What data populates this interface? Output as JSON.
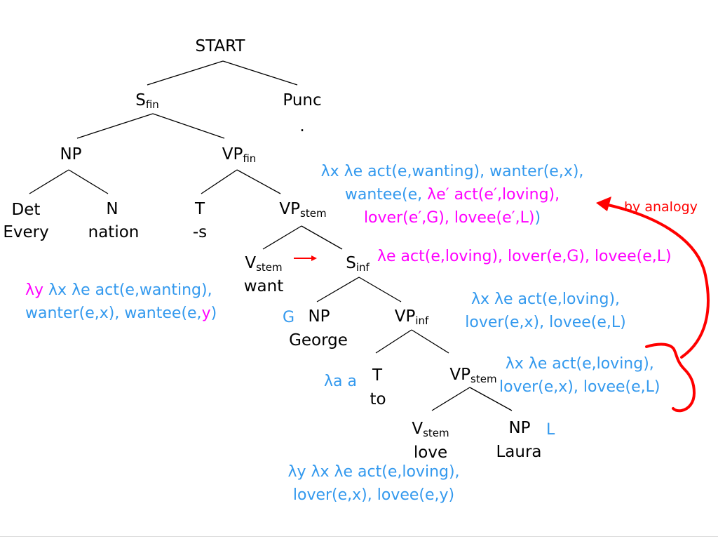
{
  "tree": {
    "start": "START",
    "s_fin": {
      "base": "S",
      "sub": "fin"
    },
    "punc": "Punc",
    "period": ".",
    "np_subj": "NP",
    "vp_fin": {
      "base": "VP",
      "sub": "fin"
    },
    "det": "Det",
    "every": "Every",
    "n": "N",
    "nation": "nation",
    "t_fin": "T",
    "t_fin_word": "-s",
    "vp_stem_1": {
      "base": "VP",
      "sub": "stem"
    },
    "v_stem_1": {
      "base": "V",
      "sub": "stem"
    },
    "want": "want",
    "s_inf": {
      "base": "S",
      "sub": "inf"
    },
    "np_george": "NP",
    "george": "George",
    "vp_inf": {
      "base": "VP",
      "sub": "inf"
    },
    "t_inf": "T",
    "to": "to",
    "vp_stem_2": {
      "base": "VP",
      "sub": "stem"
    },
    "v_stem_2": {
      "base": "V",
      "sub": "stem"
    },
    "love": "love",
    "np_laura": "NP",
    "laura": "Laura"
  },
  "semantics": {
    "top_line1": "λx λe act(e,wanting), wanter(e,x),",
    "top_line2a": "wantee(e, ",
    "top_line2b": "λe′ act(e′,loving),",
    "top_line3a": "lover(e′,G), lovee(e′,L)",
    "top_line3b": ")",
    "s_inf_sem": "λe act(e,loving), lover(e,G), lovee(e,L)",
    "want_line1a": "λy",
    "want_line1b": " λx λe act(e,wanting),",
    "want_line2a": "wanter(e,x), wantee(e,",
    "want_line2b": "y",
    "want_line2c": ")",
    "g_const": "G",
    "vp_inf_line1": "λx λe act(e,loving),",
    "vp_inf_line2": "lover(e,x), lovee(e,L)",
    "to_sem": "λa a",
    "vp_stem_line1": "λx λe act(e,loving),",
    "vp_stem_line2": "lover(e,x), lovee(e,L)",
    "l_const": "L",
    "love_line1": "λy λx λe act(e,loving),",
    "love_line2": "lover(e,x), lovee(e,y)"
  },
  "annotation": {
    "by_analogy": "by analogy"
  },
  "colors": {
    "blue": "#3399ee",
    "magenta": "#ff00ff",
    "red": "#ff0000",
    "black": "#000000"
  }
}
